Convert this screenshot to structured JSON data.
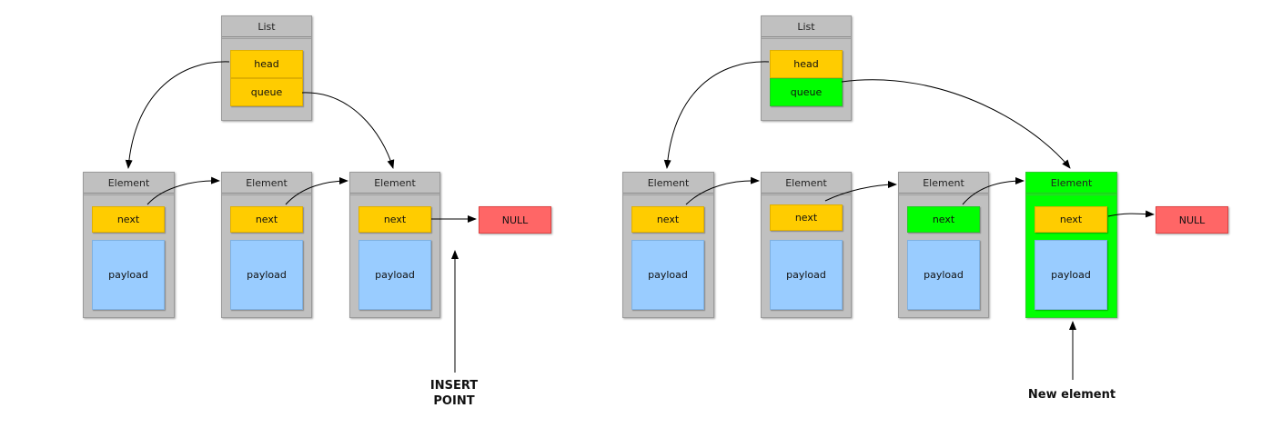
{
  "left": {
    "list": {
      "title": "List",
      "head": "head",
      "queue": "queue"
    },
    "elements": [
      {
        "title": "Element",
        "next": "next",
        "payload": "payload"
      },
      {
        "title": "Element",
        "next": "next",
        "payload": "payload"
      },
      {
        "title": "Element",
        "next": "next",
        "payload": "payload"
      }
    ],
    "null_label": "NULL",
    "caption": "INSERT\nPOINT"
  },
  "right": {
    "list": {
      "title": "List",
      "head": "head",
      "queue": "queue"
    },
    "elements": [
      {
        "title": "Element",
        "next": "next",
        "payload": "payload"
      },
      {
        "title": "Element",
        "next": "next",
        "payload": "payload"
      },
      {
        "title": "Element",
        "next": "next",
        "payload": "payload"
      },
      {
        "title": "Element",
        "next": "next",
        "payload": "payload"
      }
    ],
    "null_label": "NULL",
    "caption": "New element"
  },
  "colors": {
    "box_gray": "#c0c0c0",
    "field_yellow": "#ffcc00",
    "payload_blue": "#99ccff",
    "null_red": "#ff6666",
    "highlight_green": "#00ff00"
  }
}
